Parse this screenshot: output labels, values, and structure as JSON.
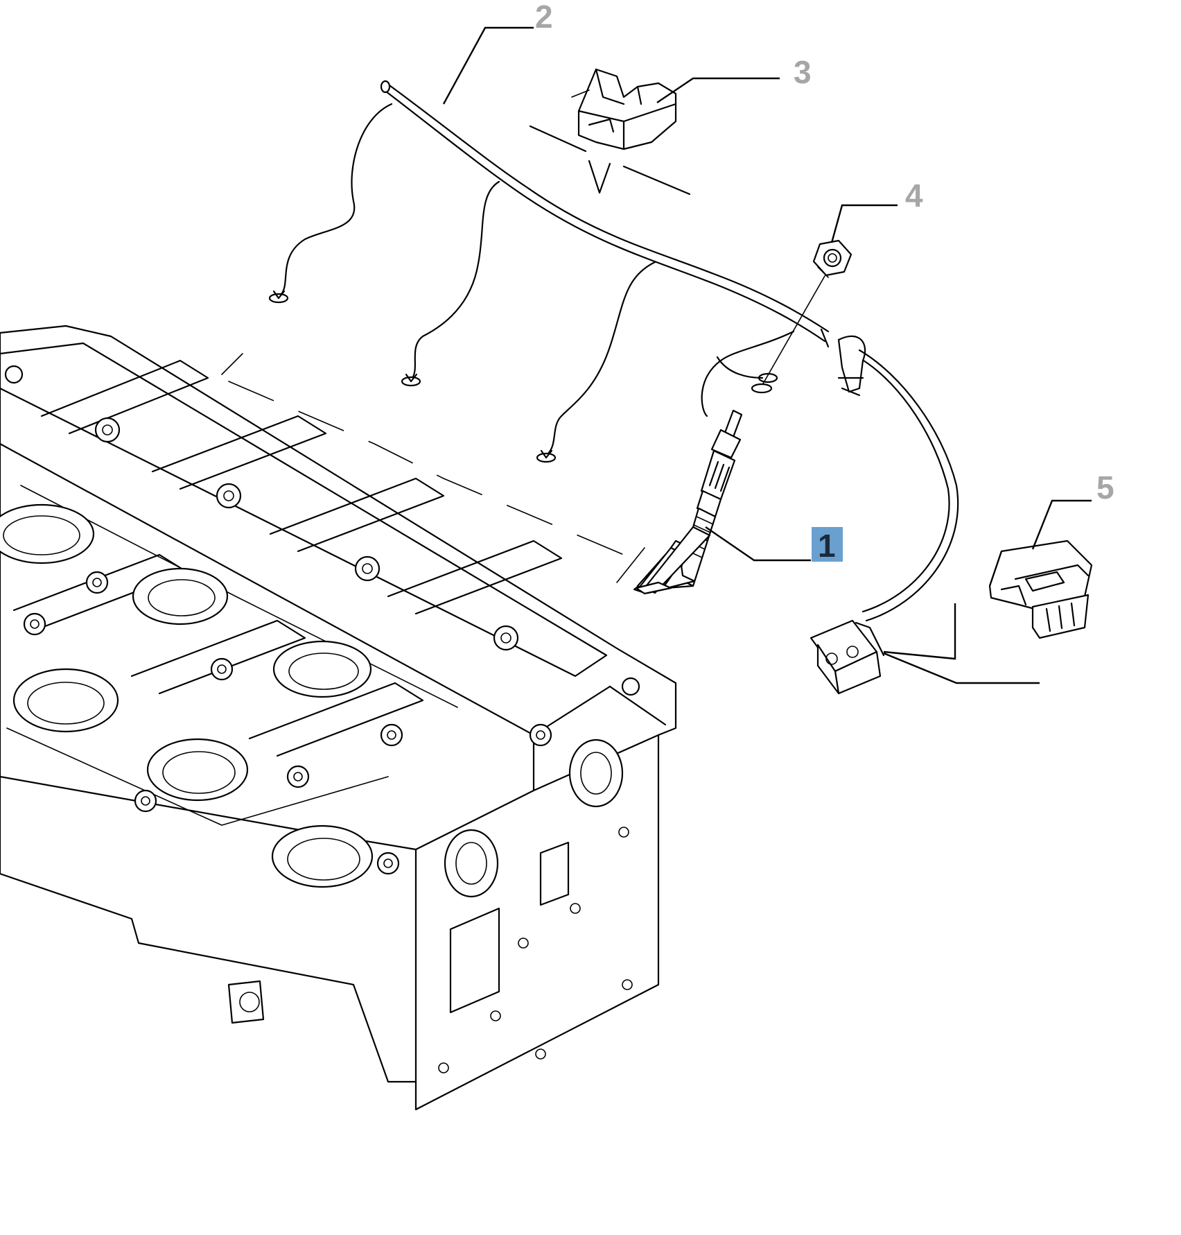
{
  "diagram": {
    "callouts": [
      {
        "id": "1",
        "label": "1",
        "highlighted": true
      },
      {
        "id": "2",
        "label": "2",
        "highlighted": false
      },
      {
        "id": "3",
        "label": "3",
        "highlighted": false
      },
      {
        "id": "4",
        "label": "4",
        "highlighted": false
      },
      {
        "id": "5",
        "label": "5",
        "highlighted": false
      }
    ],
    "colors": {
      "callout_text": "#a6a6a6",
      "highlight_fill": "#6aa0cf",
      "highlight_text": "#1b2a3a",
      "line": "#000000",
      "background": "#ffffff"
    }
  }
}
